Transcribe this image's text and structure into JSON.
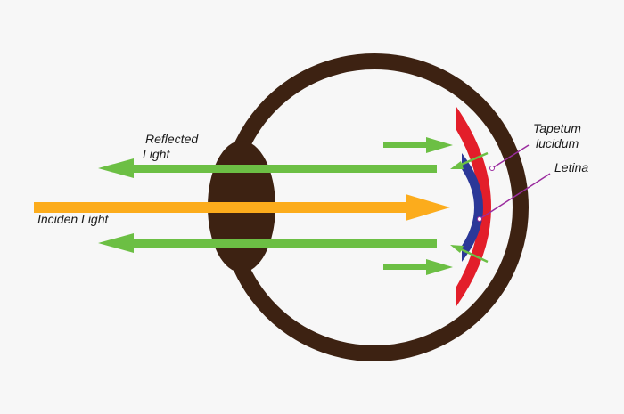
{
  "title": "Tapetum lucidum eye reflection diagram",
  "colors": {
    "background": "#f7f7f7",
    "eye_wall": "#3d2212",
    "lens": "#3d2212",
    "incident_light": "#fcac1c",
    "reflected_light": "#6cbf44",
    "tapetum": "#e31e2a",
    "retina": "#2b3898",
    "leader_line": "#9b2c9f",
    "label_text": "#1a1a1a"
  },
  "labels": {
    "reflected_light_line1": "Reflected",
    "reflected_light_line2": "Light",
    "incident_light": "Inciden Light",
    "tapetum_line1": "Tapetum",
    "tapetum_line2": "lucidum",
    "retina": "Letina"
  },
  "parts": [
    {
      "id": "eye-wall",
      "name": "Eyeball wall"
    },
    {
      "id": "lens",
      "name": "Lens"
    },
    {
      "id": "tapetum",
      "name": "Tapetum lucidum"
    },
    {
      "id": "retina",
      "name": "Letina"
    },
    {
      "id": "incident-arrow",
      "name": "Incident light"
    },
    {
      "id": "reflected-arrows",
      "name": "Reflected light"
    }
  ]
}
